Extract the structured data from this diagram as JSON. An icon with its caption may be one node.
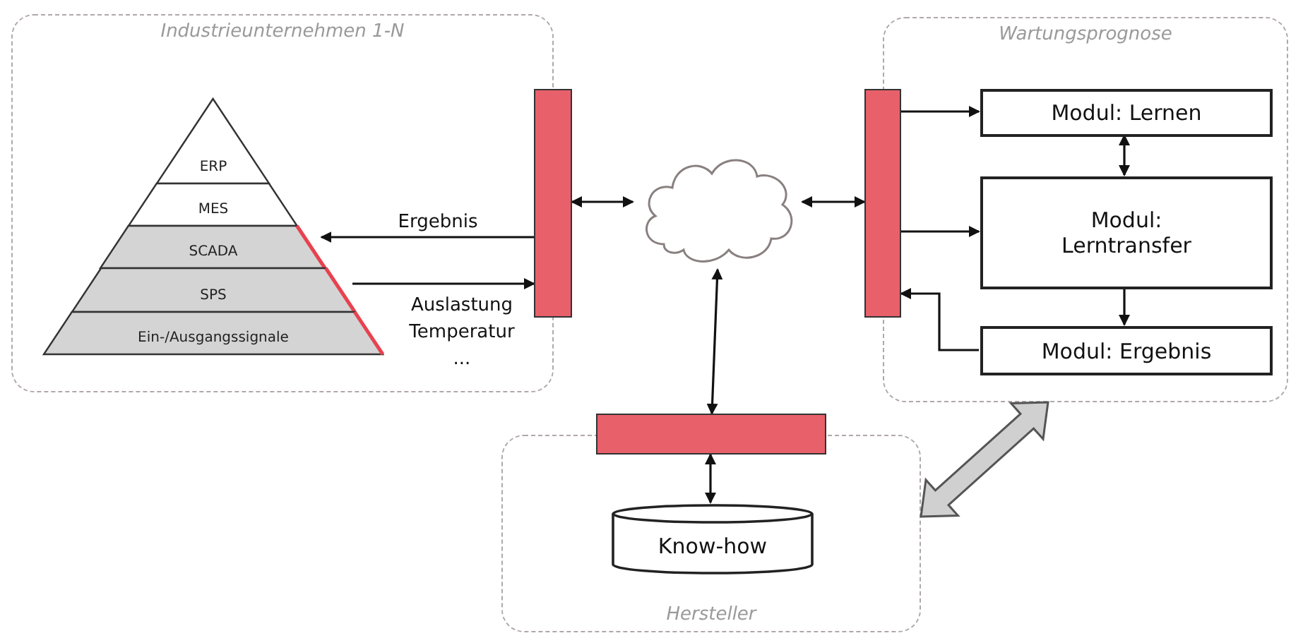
{
  "diagram": {
    "nodes": [
      {
        "text": [
          "Industrieunternehmen 1-N"
        ]
      },
      {
        "text": [],
        "shape": "triangle",
        "in": 0
      },
      {
        "text": [
          "ERP"
        ],
        "in": 1
      },
      {
        "text": [
          "MES"
        ],
        "in": 1
      },
      {
        "text": [
          "SCADA"
        ],
        "in": 1
      },
      {
        "text": [
          "SPS"
        ],
        "in": 1
      },
      {
        "text": [
          "Ein-/Ausgangssignale"
        ],
        "in": 1
      },
      {
        "text": [],
        "shape": "bar"
      },
      {
        "text": [],
        "shape": "cloud"
      },
      {
        "text": [
          "Wartungsprognose"
        ]
      },
      {
        "text": [],
        "shape": "bar"
      },
      {
        "text": [
          "Modul: Lernen"
        ],
        "in": 9
      },
      {
        "text": [
          "Modul: Lerntransfer"
        ],
        "in": 9
      },
      {
        "text": [
          "Modul: Ergebnis"
        ],
        "in": 9
      },
      {
        "text": [
          "Hersteller"
        ]
      },
      {
        "text": [],
        "shape": "bar"
      },
      {
        "text": [
          "Know-how"
        ],
        "in": 14
      }
    ],
    "edges": [
      {
        "from": 7,
        "to": 4,
        "arrow": "to",
        "label": "Ergebnis"
      },
      {
        "from": 5,
        "to": 7,
        "arrow": "to",
        "label": "Auslastung Temperatur ..."
      },
      {
        "from": 7,
        "to": 8,
        "arrow": "both"
      },
      {
        "from": 8,
        "to": 10,
        "arrow": "both"
      },
      {
        "from": 10,
        "to": 11,
        "arrow": "to"
      },
      {
        "from": 10,
        "to": 12,
        "arrow": "to"
      },
      {
        "from": 11,
        "to": 12,
        "arrow": "both"
      },
      {
        "from": 12,
        "to": 13,
        "arrow": "to"
      },
      {
        "from": 13,
        "to": 10,
        "arrow": "to"
      },
      {
        "from": 8,
        "to": 15,
        "arrow": "both"
      },
      {
        "from": 15,
        "to": 16,
        "arrow": "both"
      },
      {
        "from": 14,
        "to": 9,
        "arrow": "both",
        "style": "thick",
        "color": "#d0d0d0"
      }
    ]
  }
}
